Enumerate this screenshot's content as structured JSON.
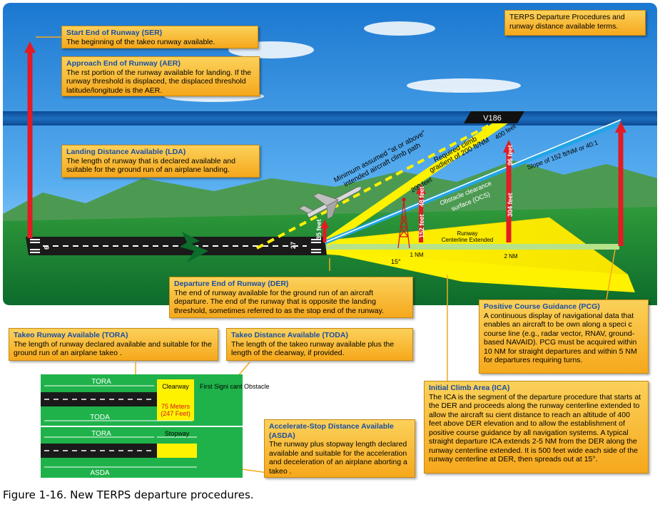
{
  "caption": "Figure 1-16. New TERPS departure procedures.",
  "boxes": {
    "terps": {
      "title": "",
      "body": "TERPS Departure Procedures and runway distance available terms."
    },
    "ser": {
      "title": "Start End of Runway (SER)",
      "body": "The beginning of the takeo    runway available."
    },
    "aer": {
      "title": "Approach End of Runway (AER)",
      "body": "The    rst portion of the runway available for landing. If the runway threshold is displaced, the displaced threshold latitude/longitude is the AER."
    },
    "lda": {
      "title": "Landing Distance Available (LDA)",
      "body": "The length of runway that is declared available and suitable for the ground run of an airplane landing."
    },
    "der": {
      "title": "Departure End of Runway (DER)",
      "body": "The end of runway available for the ground run of an aircraft departure. The end of the runway that is opposite the landing threshold, sometimes referred to as the stop end of the runway."
    },
    "pcg": {
      "title": "Positive Course Guidance (PCG)",
      "body": "A continuous display of navigational data that enables an aircraft to be    own along a speci  c course line (e.g., radar vector, RNAV, ground-based NAVAID). PCG must be acquired within 10 NM for straight departures and within 5 NM for departures requiring turns."
    },
    "tora": {
      "title": "Takeo    Runway Available (TORA)",
      "body": "The length of runway declared available and suitable for the ground run of an airplane takeo   ."
    },
    "toda": {
      "title": "Takeo    Distance Available (TODA)",
      "body": "The length of the takeo    runway available plus the length of the clearway, if provided."
    },
    "asda": {
      "title": "Accelerate-Stop Distance Available (ASDA)",
      "body": "The runway plus stopway length declared available and suitable for the acceleration and deceleration of an airplane aborting a takeo   ."
    },
    "ica": {
      "title": "Initial Climb Area (ICA)",
      "body": "The ICA is the segment of the departure procedure that starts at the DER and proceeds along the runway centerline extended to allow the aircraft su    cient distance to reach an altitude of 400 feet above DER elevation and to allow the establishment of positive course guidance by all navigation systems. A typical straight departure ICA extends 2-5 NM from the DER along the runway centerline extended. It is 500 feet wide each side of the runway centerline at DER, then spreads out at 15°."
    }
  },
  "scene_labels": {
    "airway": "V186",
    "min_climb": "Minimum assumed \"at or above\"",
    "intended_path": "intended aircraft climb path",
    "req_climb_1": "Required climb",
    "req_climb_2": "gradient of 200 ft/NM",
    "ft_400": "400 feet",
    "ft_200": "200 feet",
    "ft_96": "96 feet",
    "ft_48": "48 feet",
    "ft_152": "152 feet",
    "ft_304": "304 feet",
    "ft_35": "35 feet",
    "slope": "Slope of 152 ft/NM or 40:1",
    "ocs_1": "Obstacle clearance",
    "ocs_2": "surface (OCS)",
    "centerline_1": "Runway",
    "centerline_2": "Centerline Extended",
    "nm1": "1 NM",
    "nm2": "2 NM",
    "deg15": "15°",
    "rwy_left": "9",
    "rwy_right": "27"
  },
  "inset": {
    "tora": "TORA",
    "toda": "TODA",
    "tora2": "TORA",
    "asda": "ASDA",
    "clearway": "Clearway",
    "stopway": "Stopway",
    "meters": "75 Meters",
    "feet": "(247 Feet)",
    "obstacle": "First Signi    cant Obstacle"
  },
  "colors": {
    "ica_area": "#fff200",
    "ocs": "#22a5e6",
    "arrow": "#e31b23",
    "box": "#f8b42c",
    "title": "#1a4ea3"
  }
}
